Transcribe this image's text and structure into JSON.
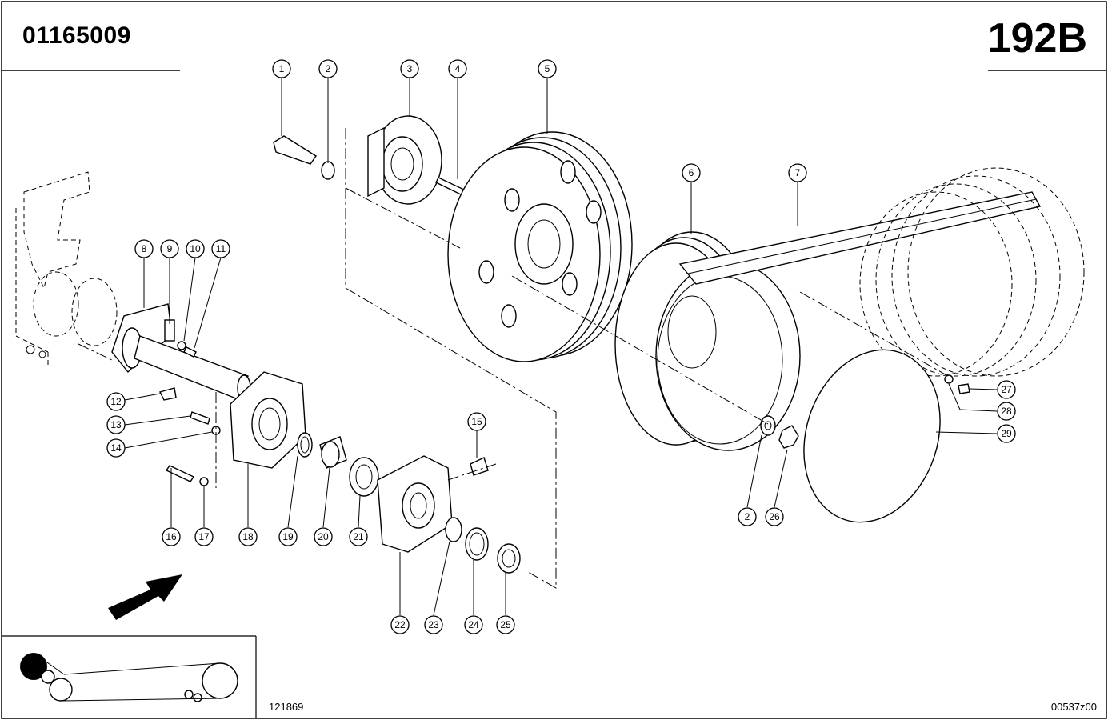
{
  "header": {
    "part_number": "01165009",
    "page_code": "192B"
  },
  "footer": {
    "left_code": "121869",
    "right_code": "00537z00"
  },
  "callouts": [
    "1",
    "2",
    "3",
    "4",
    "5",
    "6",
    "7",
    "8",
    "9",
    "10",
    "11",
    "12",
    "13",
    "14",
    "15",
    "16",
    "17",
    "18",
    "19",
    "20",
    "21",
    "22",
    "23",
    "24",
    "25",
    "2",
    "26",
    "27",
    "28",
    "29"
  ]
}
